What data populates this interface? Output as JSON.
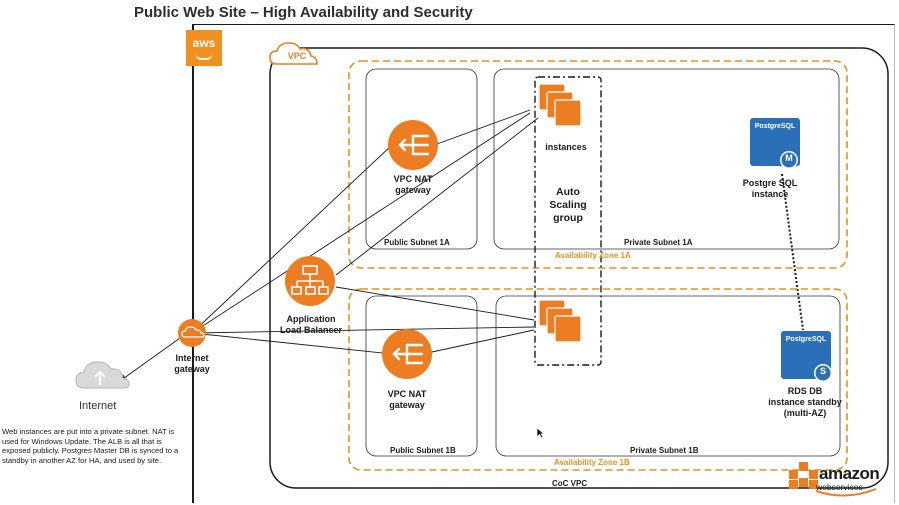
{
  "title": "Public Web Site – High Availability and Security",
  "aws_badge": "aws",
  "vpc_badge": "VPC",
  "vpc_label": "CoC VPC",
  "availability_zones": [
    {
      "label": "Availability Zone 1A"
    },
    {
      "label": "Availability Zone 1B"
    }
  ],
  "subnets": {
    "public_1a": "Public Subnet 1A",
    "private_1a": "Private Subnet 1A",
    "public_1b": "Public Subnet 1B",
    "private_1b": "Private Subnet 1B"
  },
  "nodes": {
    "nat_1a": [
      "VPC NAT",
      "gateway"
    ],
    "nat_1b": [
      "VPC NAT",
      "gateway"
    ],
    "alb": [
      "Application",
      "Load Balancer"
    ],
    "igw": [
      "Internet",
      "gateway"
    ],
    "internet": "Internet",
    "instances": "instances",
    "asg": [
      "Auto",
      "Scaling",
      "group"
    ],
    "pg_master": {
      "badge": "PostgreSQL",
      "letter": "M",
      "label": [
        "Postgre SQL",
        "instance"
      ]
    },
    "pg_standby": {
      "badge": "PostgreSQL",
      "letter": "S",
      "label": [
        "RDS DB",
        "instance standby",
        "(multi-AZ)"
      ]
    }
  },
  "note": "Web instances are put into a private subnet. NAT is used for Windows Update. The ALB is all that is exposed publicly. Postgres Master DB is synced to a standby in another AZ for HA, and used by site.",
  "logo": {
    "word": "amazon",
    "sub": "webservices"
  },
  "colors": {
    "orange": "#ed7d22",
    "az_border": "#e8901c",
    "pg_blue": "#2a6fb8",
    "dark": "#1a1a1a"
  }
}
